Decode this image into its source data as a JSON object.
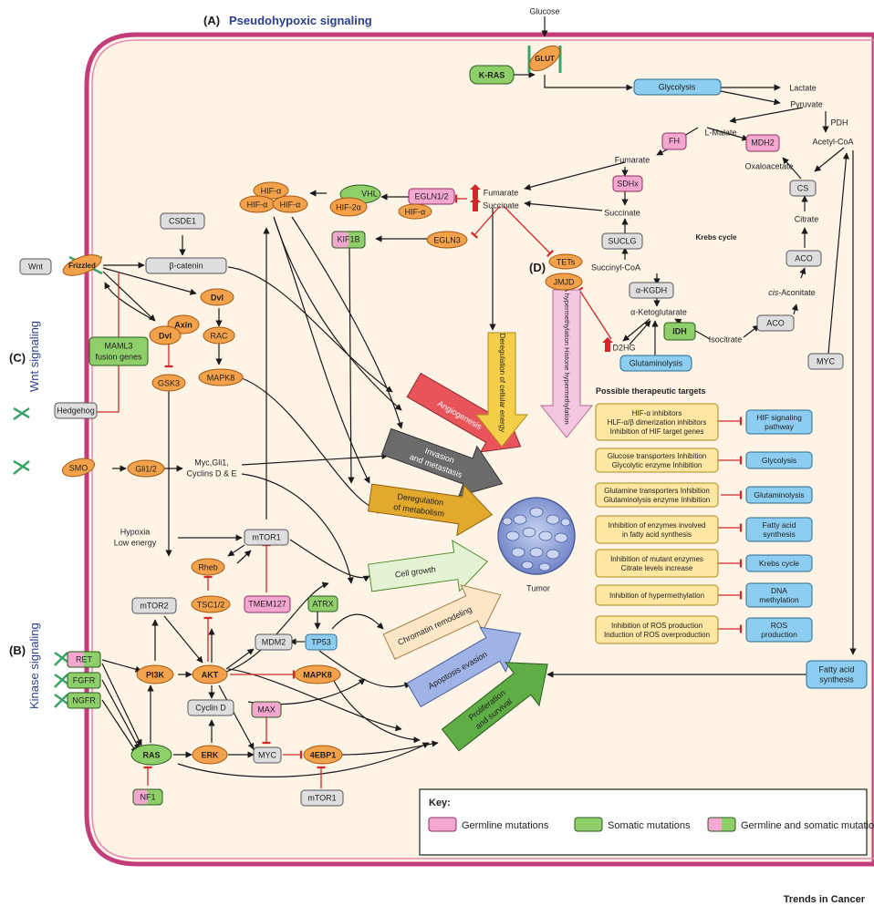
{
  "sections": {
    "a": "(A)",
    "a_title": "Pseudohypoxic signaling",
    "b": "(B)",
    "b_title": "Kinase signaling",
    "c": "(C)",
    "c_title": "Wnt signaling",
    "d": "(D)"
  },
  "nodes": {
    "glucose": "Glucose",
    "glut": "GLUT",
    "kras": "K-RAS",
    "glycolysis": "Glycolysis",
    "lactate": "Lactate",
    "pyruvate": "Pyruvate",
    "pdh": "PDH",
    "acetylcoa": "Acetyl-CoA",
    "lmalate": "L-Malate",
    "fh": "FH",
    "mdh2": "MDH2",
    "fumarate": "Fumarate",
    "oxaloacetate": "Oxaloacetate",
    "sdhx": "SDHx",
    "cs": "CS",
    "succinate": "Succinate",
    "citrate": "Citrate",
    "suclg": "SUCLG",
    "krebs": "Krebs cycle",
    "aco1": "ACO",
    "succinylcoa": "Succinyl-CoA",
    "cisaconitate_pre": "cis",
    "cisaconitate": "-Aconitate",
    "akgdh": "α-KGDH",
    "aketo": "α-Ketoglutarate",
    "aco2": "ACO",
    "d2hg": "D2HG",
    "idh": "IDH",
    "isocitrate": "Isocitrate",
    "glutaminolysis": "Glutaminolysis",
    "myc_top": "MYC",
    "fumarate_succ_1": "Fumarate",
    "fumarate_succ_2": "Succinate",
    "egln12": "EGLN1/2",
    "hifa_small": "HIF-α",
    "vhl": "VHL",
    "hif2a": "HIF-2α",
    "hifa_1": "HIF-α",
    "hifa_2": "HIF-α",
    "hifa_3": "HIF-α",
    "egln3": "EGLN3",
    "kif1b": "KIF1B",
    "tets": "TETs",
    "jmjd": "JMJD",
    "csde1": "CSDE1",
    "bcatenin": "β-catenin",
    "wnt": "Wnt",
    "frizzled": "Frizzled",
    "dvl1": "Dvl",
    "rac": "RAC",
    "axin": "Axin",
    "dvl2": "Dvl",
    "mapk8_top": "MAPK8",
    "maml3_1": "MAML3",
    "maml3_2": "fusion genes",
    "gsk3": "GSK3",
    "hedgehog": "Hedgehog",
    "smo": "SMO",
    "gli12": "Gli1/2",
    "mycgli_1": "Myc,Gli1,",
    "mycgli_2": "Cyclins D & E",
    "hypoxia_1": "Hypoxia",
    "hypoxia_2": "Low energy",
    "mtor1": "mTOR1",
    "rheb": "Rheb",
    "tsc12": "TSC1/2",
    "tmem127": "TMEM127",
    "atrx": "ATRX",
    "mtor2": "mTOR2",
    "mdm2": "MDM2",
    "tp53": "TP53",
    "ret": "RET",
    "fgfr": "FGFR",
    "ngfr": "NGFR",
    "pi3k": "PI3K",
    "akt": "AKT",
    "mapk8_bot": "MAPK8",
    "cyclind": "Cyclin D",
    "max": "MAX",
    "ras": "RAS",
    "erk": "ERK",
    "myc_bot": "MYC",
    "ebp1": "4EBP1",
    "nf1": "NF1",
    "mtor1_bot": "mTOR1",
    "tumor": "Tumor",
    "fattyacid_1": "Fatty acid",
    "fattyacid_2": "synthesis"
  },
  "hallmarks": [
    {
      "label": "Angiogenesis",
      "color": "#e8545a"
    },
    {
      "label": "Deregulation of cellular energy",
      "color": "#f6cf4a"
    },
    {
      "label": "DNA hypermethylation Histone hypermethylation",
      "color": "#f4c6e0"
    },
    {
      "label": "Invasion and metastasis",
      "color": "#6b6b6b"
    },
    {
      "label": "Deregulation of metabolism",
      "color": "#e2a92c"
    },
    {
      "label": "Cell growth",
      "color": "#e4f3d3"
    },
    {
      "label": "Chromatin remodeling",
      "color": "#fbe7c6"
    },
    {
      "label": "Apoptosis evasion",
      "color": "#9fb3e6"
    },
    {
      "label": "Proliferation and survival",
      "color": "#5fad45"
    }
  ],
  "therapeutic": {
    "title": "Possible therapeutic targets",
    "rows": [
      {
        "lines": [
          "HIF-α inhibitors",
          "HLF-α/β dimerization inhibitors",
          "Inhibition of HIF target genes"
        ],
        "target": [
          "HIF signaling",
          "pathway"
        ]
      },
      {
        "lines": [
          "Glucose transporters  Inhibition",
          "Glycolytic enzyme  Inhibition"
        ],
        "target": [
          "Glycolysis"
        ]
      },
      {
        "lines": [
          "Glutamine transporters Inhibition",
          "Glutaminolysis enzyme  Inhibition"
        ],
        "target": [
          "Glutaminolysis"
        ]
      },
      {
        "lines": [
          "Inhibition of enzymes involved",
          "in fatty acid synthesis"
        ],
        "target": [
          "Fatty acid",
          "synthesis"
        ]
      },
      {
        "lines": [
          "Inhibition of mutant enzymes",
          "Citrate levels increase"
        ],
        "target": [
          "Krebs cycle"
        ]
      },
      {
        "lines": [
          "Inhibition of hypermethylation"
        ],
        "target": [
          "DNA",
          "methylation"
        ]
      },
      {
        "lines": [
          "Inhibition of ROS production",
          "Induction of ROS overproduction"
        ],
        "target": [
          "ROS",
          "production"
        ]
      }
    ]
  },
  "key": {
    "title": "Key:",
    "germline": "Germline mutations",
    "somatic": "Somatic mutations",
    "both": "Germline and somatic mutations"
  },
  "footer": "Trends in Cancer",
  "colors": {
    "germline": "#f4a7cf",
    "somatic": "#8fcf6a",
    "orange": "#f3a14b",
    "blue": "#8ccdf1",
    "cell_fill": "#fdf4e6",
    "membrane": "#c23d7a"
  }
}
